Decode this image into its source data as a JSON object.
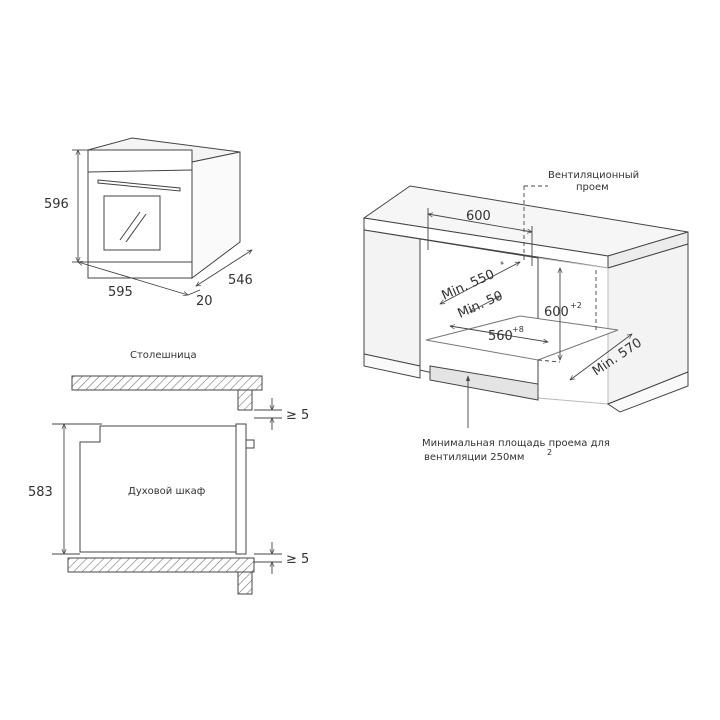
{
  "oven": {
    "height": "596",
    "width": "595",
    "depth": "546",
    "door": "20"
  },
  "cabinet": {
    "width": "600",
    "depth_min": "Min. 550",
    "depth_min_sup": "*",
    "back_gap": "Min. 50",
    "height": "600",
    "height_sup": "+2",
    "niche_width": "560",
    "niche_width_sup": "+8",
    "floor_depth": "Min. 570",
    "vent_label_line1": "Вентиляционный",
    "vent_label_line2": "проем",
    "bottom_note_line1": "Минимальная площадь проема для",
    "bottom_note_line2": "вентиляции 250мм",
    "bottom_note_sup": "2"
  },
  "section": {
    "countertop_label": "Столешница",
    "cabinet_label": "Духовой шкаф",
    "height": "583",
    "gap_top": "≥ 5",
    "gap_bottom": "≥ 5"
  },
  "colors": {
    "line": "#444444",
    "hatch": "#777777",
    "fill_light": "#f2f2f2",
    "fill_white": "#ffffff"
  }
}
